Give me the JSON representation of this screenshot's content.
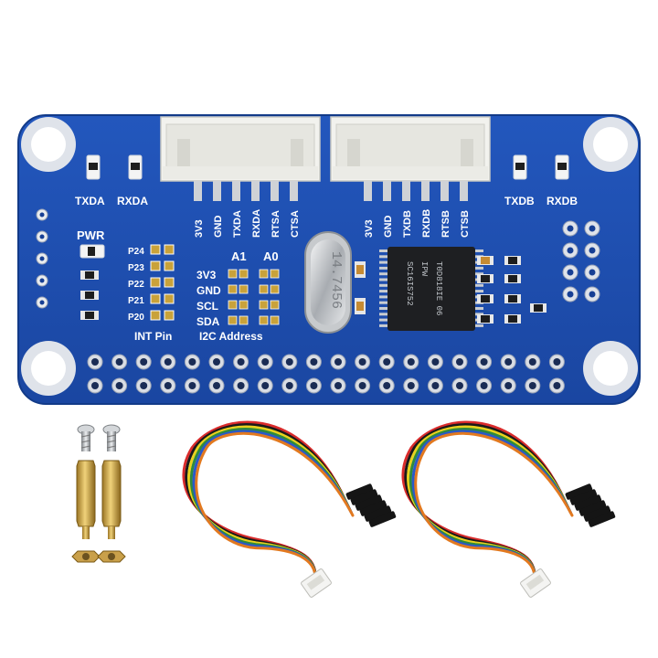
{
  "board": {
    "led_labels": {
      "txda": "TXDA",
      "rxda": "RXDA",
      "txdb": "TXDB",
      "rxdb": "RXDB",
      "pwr": "PWR"
    },
    "connector_a_pins": [
      "3V3",
      "GND",
      "TXDA",
      "RXDA",
      "RTSA",
      "CTSA"
    ],
    "connector_b_pins": [
      "3V3",
      "GND",
      "TXDB",
      "RXDB",
      "RTSB",
      "CTSB"
    ],
    "int_pins": [
      "P24",
      "P23",
      "P22",
      "P21",
      "P20"
    ],
    "int_label": "INT Pin",
    "i2c_signals": [
      "3V3",
      "GND",
      "SCL",
      "SDA"
    ],
    "addr_headers": [
      "A1",
      "A0"
    ],
    "i2c_label": "I2C Address",
    "crystal_text": "14.7456",
    "chip_lines": [
      "SC16IS752",
      "IPW",
      "T0D818IE 06"
    ]
  },
  "colors": {
    "pcb": "#1f4fb0",
    "pcb_dark": "#173f94",
    "connector": "#f1f1ee",
    "silkscreen": "#ffffff",
    "gold": "#c9a23a",
    "chip": "#1e1f22"
  },
  "accessories": {
    "standoffs": 2,
    "cables": 2,
    "wire_colors": [
      "#d92b2b",
      "#1a1a1a",
      "#e8d21d",
      "#2f8a3c",
      "#2a59c9",
      "#e2791f"
    ]
  }
}
